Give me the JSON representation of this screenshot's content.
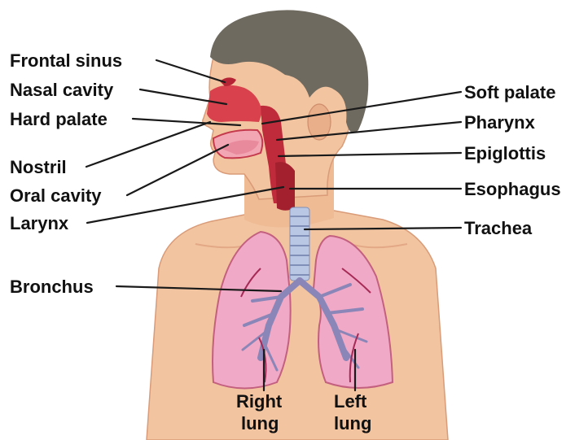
{
  "labels": {
    "frontal_sinus": "Frontal sinus",
    "nasal_cavity": "Nasal cavity",
    "hard_palate": "Hard palate",
    "nostril": "Nostril",
    "oral_cavity": "Oral cavity",
    "larynx": "Larynx",
    "bronchus": "Bronchus",
    "soft_palate": "Soft palate",
    "pharynx": "Pharynx",
    "epiglottis": "Epiglottis",
    "esophagus": "Esophagus",
    "trachea": "Trachea",
    "right_lung_1": "Right",
    "right_lung_2": "lung",
    "left_lung_1": "Left",
    "left_lung_2": "lung"
  },
  "colors": {
    "skin": "#f2c4a0",
    "skin_shadow": "#d99b78",
    "hair": "#6f6a60",
    "lung": "#f0a9c6",
    "lung_edge": "#c4607f",
    "airway": "#c02b3c",
    "trachea": "#b9c6e4"
  }
}
